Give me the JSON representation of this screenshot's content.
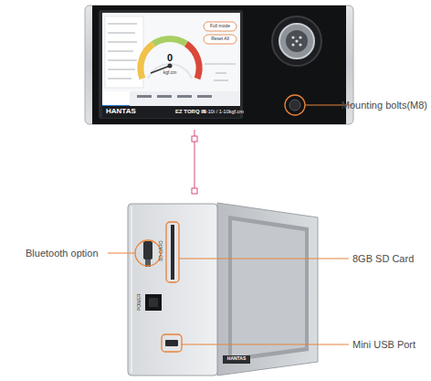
{
  "diagram": {
    "labels": [
      "Mounting bolts(M8)",
      "Bluetooth option",
      "8GB SD Card",
      "Mini USB Port",
      "Full mode",
      "Reset All",
      "0",
      "kgf.cm",
      "HANTAS",
      "EZ TORQ III",
      "N-10i / 1-10kgf.cm",
      "SD CARD",
      "POWER",
      "HANTAS"
    ]
  }
}
